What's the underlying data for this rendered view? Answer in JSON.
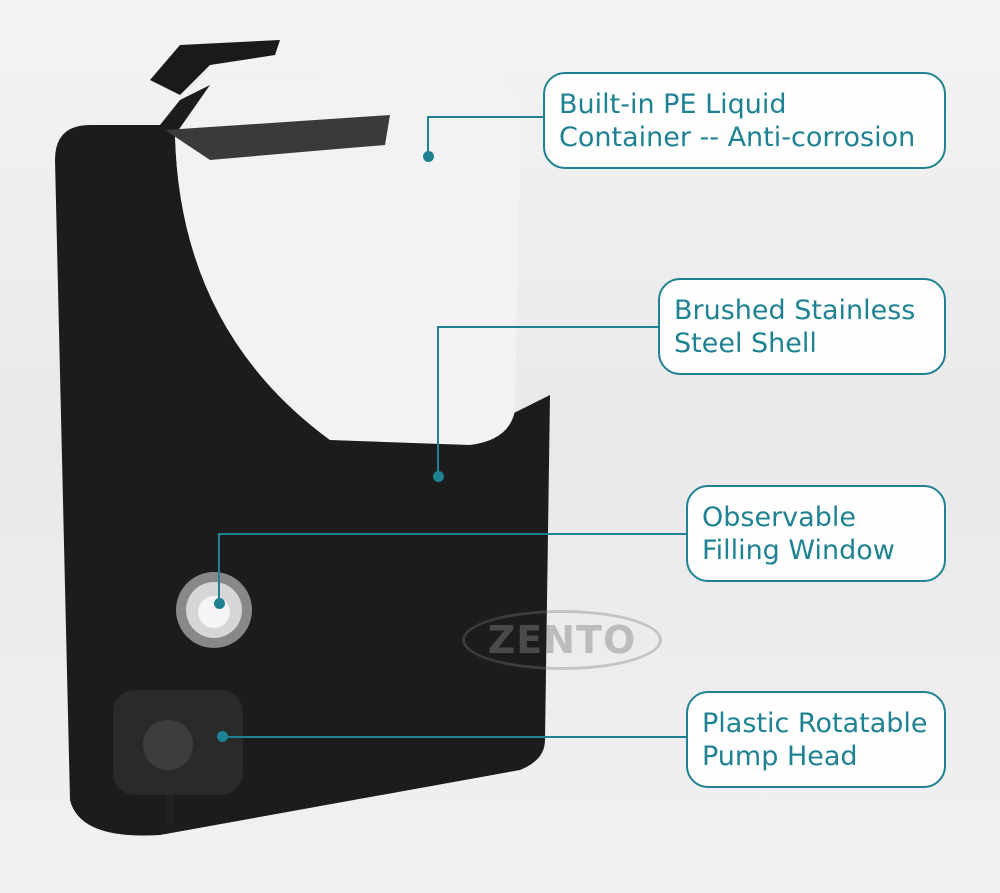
{
  "callouts": [
    {
      "text": "Built-in PE Liquid\nContainer -- Anti-corrosion"
    },
    {
      "text": "Brushed Stainless\nSteel Shell"
    },
    {
      "text": "Observable\nFilling Window"
    },
    {
      "text": "Plastic Rotatable\nPump Head"
    }
  ],
  "watermark": "ZENTO",
  "colors": {
    "accent": "#1f8293",
    "shell": "#1c1c1c",
    "container": "#f4f4f4"
  }
}
